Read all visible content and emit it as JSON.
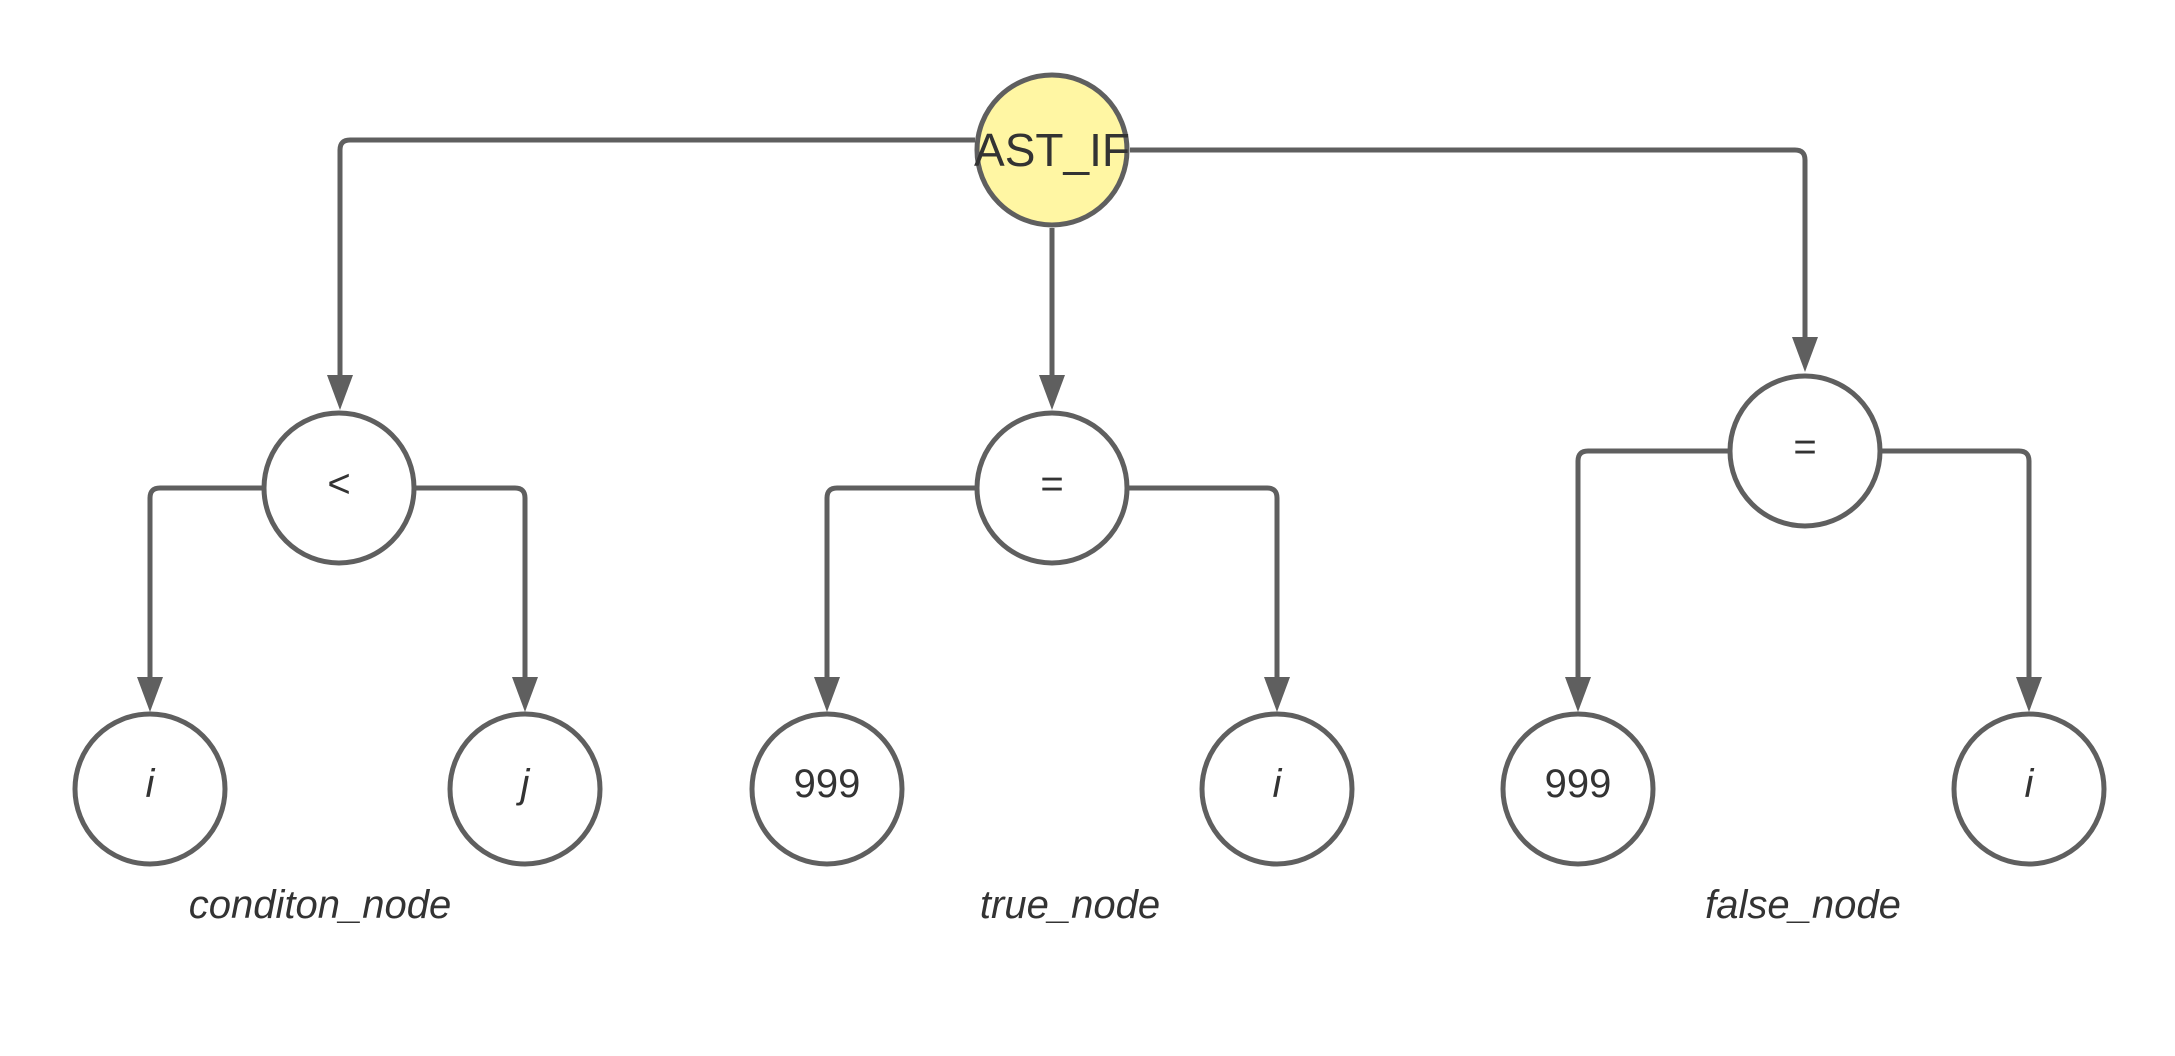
{
  "nodes": {
    "root": "AST_IF",
    "condition_op": "<",
    "condition_left": "i",
    "condition_right": "j",
    "true_op": "=",
    "true_left": "999",
    "true_right": "i",
    "false_op": "=",
    "false_left": "999",
    "false_right": "i"
  },
  "captions": {
    "condition": "conditon_node",
    "true": "true_node",
    "false": "false_node"
  },
  "colors": {
    "stroke": "#5f5f5f",
    "root_fill": "#fff6a3",
    "text": "#333333"
  }
}
